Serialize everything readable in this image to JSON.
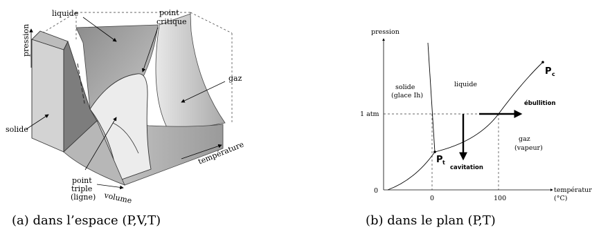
{
  "left_figure": {
    "labels": {
      "liquide": "liquide",
      "point_critique_line1": "point",
      "point_critique_line2": "critique",
      "pression": "pression",
      "gaz": "gaz",
      "solide": "solide",
      "point_triple_line1": "point",
      "point_triple_line2": "triple",
      "point_triple_line3": "(ligne)",
      "volume": "volume",
      "temperature": "température"
    },
    "caption": "(a) dans l’espace (P,V,T)"
  },
  "right_figure": {
    "labels": {
      "y_axis": "pression",
      "x_axis_line1": "température",
      "x_axis_line2": "(°C)",
      "tick_1atm": "1 atm",
      "tick_0_y": "0",
      "tick_0_x": "0",
      "tick_100": "100",
      "solide_line1": "solide",
      "solide_line2": "(glace Ih)",
      "liquide": "liquide",
      "gaz_line1": "gaz",
      "gaz_line2": "(vapeur)",
      "ebullition": "ébullition",
      "cavitation": "cavitation",
      "pc_main": "P",
      "pc_sub": "c",
      "pt_main": "P",
      "pt_sub": "t"
    },
    "caption": "(b) dans le plan (P,T)"
  }
}
